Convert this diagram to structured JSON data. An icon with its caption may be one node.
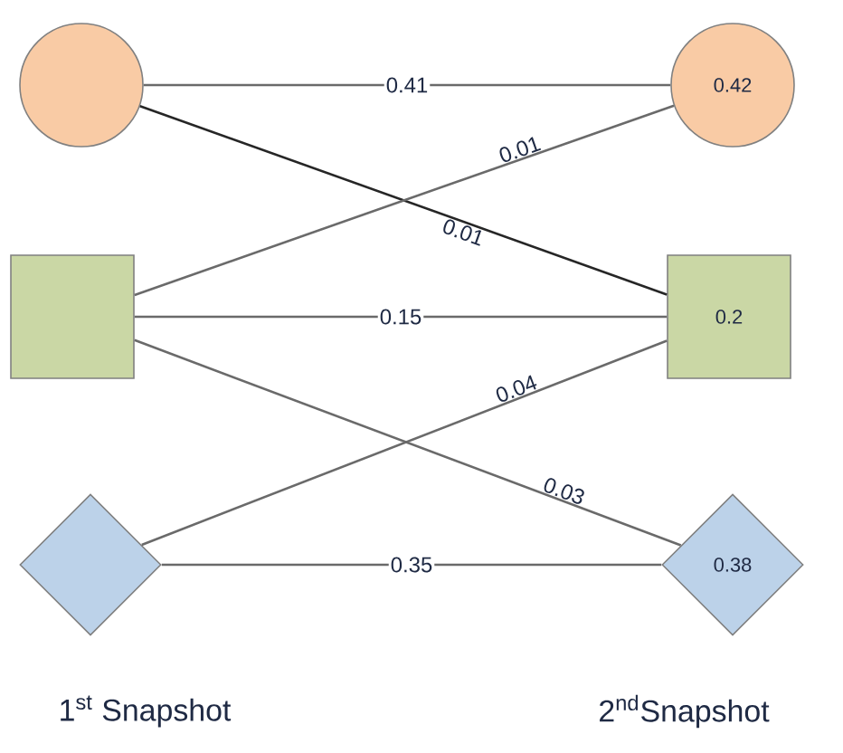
{
  "diagram": {
    "nodes": [
      {
        "text": [],
        "shape": "circle"
      },
      {
        "text": [],
        "shape": "box"
      },
      {
        "text": [],
        "shape": "diamond"
      },
      {
        "text": [
          "0.42"
        ]
      },
      {
        "text": [
          "0.2"
        ]
      },
      {
        "text": [
          "0.38"
        ]
      }
    ],
    "edges": [
      {
        "from": 0,
        "to": 3,
        "arrow": "none",
        "label": "0.41"
      },
      {
        "from": 0,
        "to": 4,
        "arrow": "none",
        "label": "0.01",
        "color": "#262626"
      },
      {
        "from": 1,
        "to": 3,
        "arrow": "none",
        "label": "0.01"
      },
      {
        "from": 1,
        "to": 4,
        "arrow": "none",
        "label": "0.15"
      },
      {
        "from": 1,
        "to": 5,
        "arrow": "none",
        "label": "0.03"
      },
      {
        "from": 2,
        "to": 4,
        "arrow": "none",
        "label": "0.04"
      },
      {
        "from": 2,
        "to": 5,
        "arrow": "none",
        "label": "0.35"
      }
    ],
    "labels": [
      "1$^{st}$ Snapshot",
      "2$^{nd}$Snapshot"
    ]
  }
}
